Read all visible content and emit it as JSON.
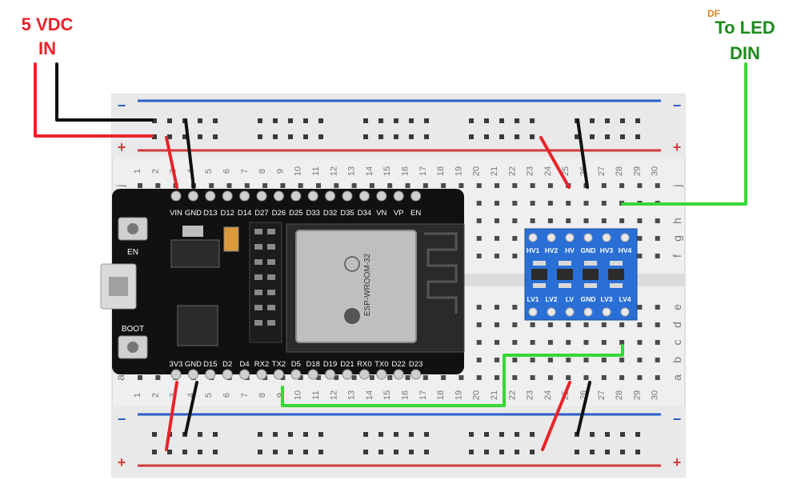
{
  "labels": {
    "power_line1": "5 VDC",
    "power_line2": "IN",
    "led_superscript": "DF",
    "led_line1": "To LED",
    "led_line2": "DIN"
  },
  "breadboard": {
    "rail_minus": "−",
    "rail_plus": "+",
    "column_numbers": [
      "1",
      "2",
      "3",
      "4",
      "5",
      "6",
      "7",
      "8",
      "9",
      "10",
      "11",
      "12",
      "13",
      "14",
      "15",
      "16",
      "17",
      "18",
      "19",
      "20",
      "21",
      "22",
      "23",
      "24",
      "25",
      "26",
      "27",
      "28",
      "29",
      "30"
    ],
    "row_letters_top": [
      "j",
      "i",
      "h",
      "g",
      "f"
    ],
    "row_letters_bottom": [
      "e",
      "d",
      "c",
      "b",
      "a"
    ]
  },
  "esp32": {
    "top_pins": [
      "VIN",
      "GND",
      "D13",
      "D12",
      "D14",
      "D27",
      "D26",
      "D25",
      "D33",
      "D32",
      "D35",
      "D34",
      "VN",
      "VP",
      "EN"
    ],
    "bottom_pins": [
      "3V3",
      "GND",
      "D15",
      "D2",
      "D4",
      "RX2",
      "TX2",
      "D5",
      "D18",
      "D19",
      "D21",
      "RX0",
      "TX0",
      "D22",
      "D23"
    ],
    "button_en": "EN",
    "button_boot": "BOOT",
    "module_name": "ESP-WROOM-32"
  },
  "level_shifter": {
    "top_labels": [
      "HV1",
      "HV2",
      "HV",
      "GND",
      "HV3",
      "HV4"
    ],
    "bottom_labels": [
      "LV1",
      "LV2",
      "LV",
      "GND",
      "LV3",
      "LV4"
    ]
  },
  "colors": {
    "power_wire": "#e8232a",
    "ground_wire": "#111111",
    "data_wire": "#34d834",
    "power_label": "#e8232a",
    "led_label": "#1f8a1f",
    "rail_blue": "#2a5fc9",
    "rail_red": "#d23a3a",
    "shifter_blue": "#2a6fd6"
  }
}
